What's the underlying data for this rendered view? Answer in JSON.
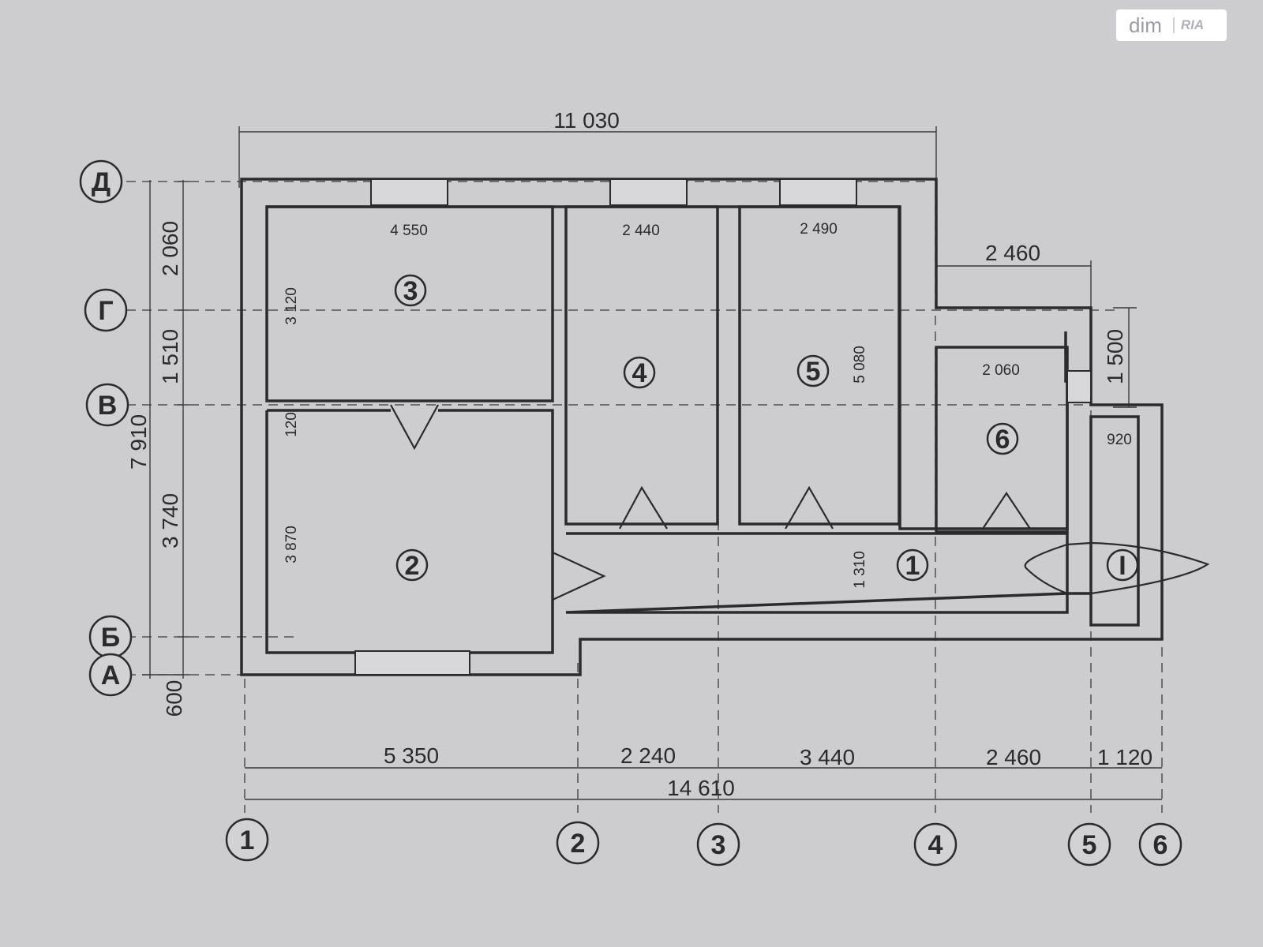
{
  "watermark": {
    "brand": "dim",
    "brand2": "RIA"
  },
  "overall_dims": {
    "top": "11 030",
    "bottom_total": "14 610",
    "left_total": "7 910",
    "left_short": "600"
  },
  "bottom_segments": [
    "5 350",
    "2 240",
    "3 440",
    "2 460",
    "1 120"
  ],
  "left_segments": [
    "2 060",
    "1 510",
    "3 740"
  ],
  "right_dims": {
    "offset_top": "2 460",
    "offset_side": "1 500"
  },
  "room_dims": {
    "r3_width": "4 550",
    "r3_height": "3 120",
    "r4_width": "2 440",
    "r5_width": "2 490",
    "r5_height": "5 080",
    "r6_width": "2 060",
    "vest_width": "920",
    "wall_between": "120",
    "r2_height": "3 870",
    "corridor_height": "1 310"
  },
  "rooms": [
    "1",
    "2",
    "3",
    "4",
    "5",
    "6",
    "I"
  ],
  "row_axes": [
    "Д",
    "Г",
    "В",
    "Б",
    "А"
  ],
  "col_axes": [
    "1",
    "2",
    "3",
    "4",
    "5",
    "6"
  ],
  "colors": {
    "background": "#cdcccf",
    "ink": "#2b2b2e"
  }
}
